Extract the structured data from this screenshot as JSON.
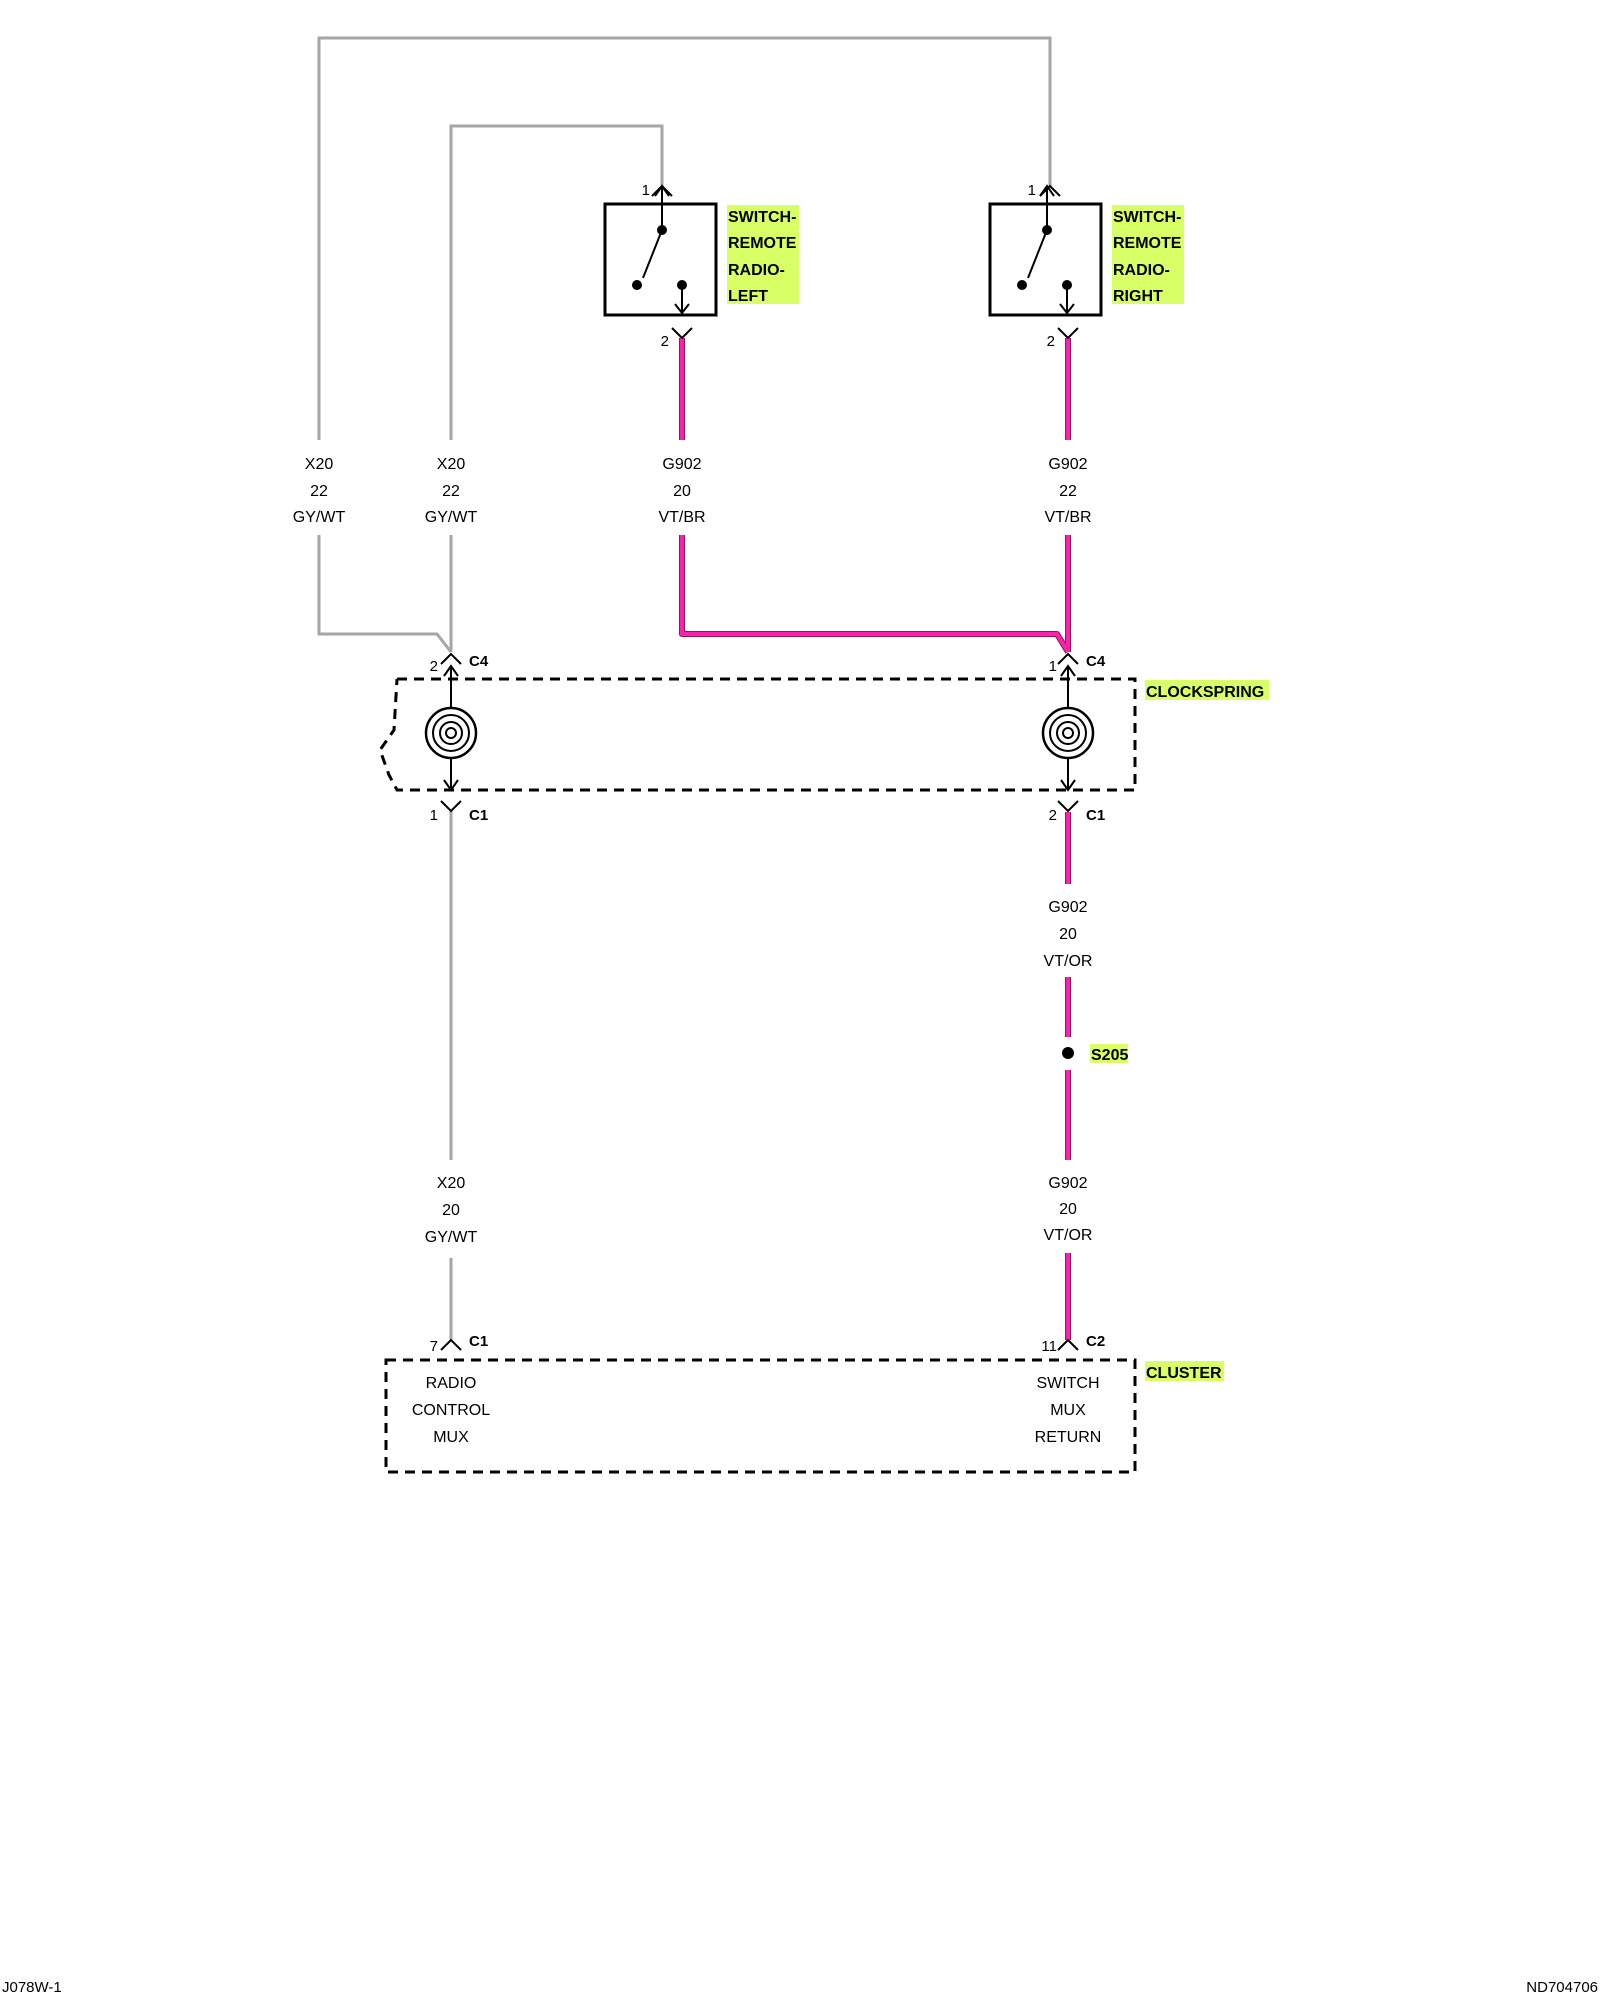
{
  "colors": {
    "gray_wire": "#a6a6a6",
    "magenta_wire": "#ff1fb4",
    "dark_wire": "#8a1f3a",
    "highlight": "#d9ff66"
  },
  "switch_left": {
    "lines": [
      "SWITCH-",
      "REMOTE",
      "RADIO-",
      "LEFT"
    ],
    "pin_top": "1",
    "pin_bottom": "2"
  },
  "switch_right": {
    "lines": [
      "SWITCH-",
      "REMOTE",
      "RADIO-",
      "RIGHT"
    ],
    "pin_top": "1",
    "pin_bottom": "2"
  },
  "wires": {
    "x20_outer": {
      "circuit": "X20",
      "gauge": "22",
      "color": "GY/WT"
    },
    "x20_inner": {
      "circuit": "X20",
      "gauge": "22",
      "color": "GY/WT"
    },
    "g902_left": {
      "circuit": "G902",
      "gauge": "20",
      "color": "VT/BR"
    },
    "g902_right": {
      "circuit": "G902",
      "gauge": "22",
      "color": "VT/BR"
    },
    "g902_upper": {
      "circuit": "G902",
      "gauge": "20",
      "color": "VT/OR"
    },
    "g902_lower": {
      "circuit": "G902",
      "gauge": "20",
      "color": "VT/OR"
    },
    "x20_lower": {
      "circuit": "X20",
      "gauge": "20",
      "color": "GY/WT"
    }
  },
  "clockspring": {
    "label": "CLOCKSPRING",
    "left_top_pin": "2",
    "left_top_conn": "C4",
    "right_top_pin": "1",
    "right_top_conn": "C4",
    "left_bottom_pin": "1",
    "left_bottom_conn": "C1",
    "right_bottom_pin": "2",
    "right_bottom_conn": "C1"
  },
  "splice": {
    "label": "S205"
  },
  "cluster": {
    "label": "CLUSTER",
    "left_pin": "7",
    "left_conn": "C1",
    "right_pin": "11",
    "right_conn": "C2",
    "left_function": [
      "RADIO",
      "CONTROL",
      "MUX"
    ],
    "right_function": [
      "SWITCH",
      "MUX",
      "RETURN"
    ]
  },
  "footer": {
    "left": "J078W-1",
    "right": "ND704706"
  }
}
